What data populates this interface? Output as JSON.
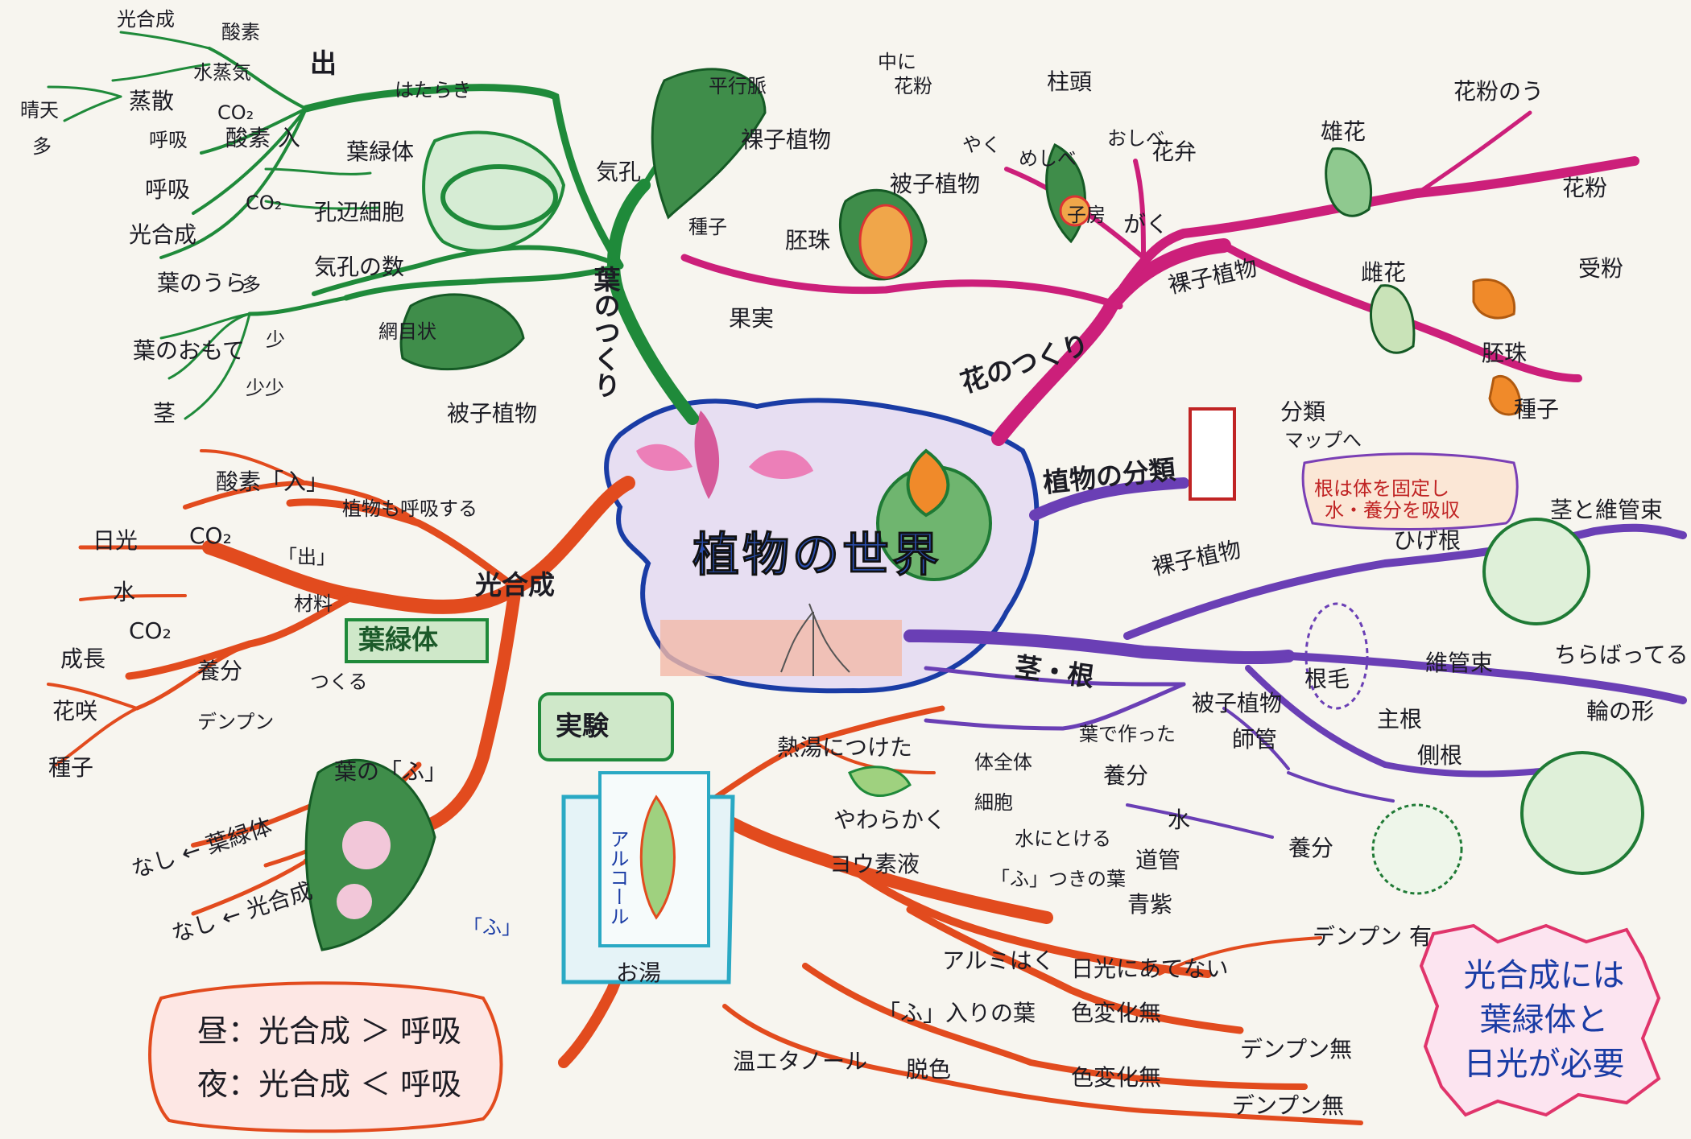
{
  "center": {
    "title": "植物の世界"
  },
  "leaf": {
    "title": "葉のつくり",
    "labels": [
      "光合成",
      "酸素",
      "出",
      "水蒸気",
      "はたらき",
      "晴天",
      "蒸散",
      "CO₂",
      "多",
      "呼吸",
      "酸素 入",
      "葉緑体",
      "呼吸",
      "CO₂",
      "孔辺細胞",
      "光合成",
      "葉のうら",
      "多",
      "気孔の数",
      "葉のおもて",
      "少",
      "少少",
      "茎",
      "網目状",
      "被子植物",
      "気孔",
      "平行脈",
      "裸子植物"
    ]
  },
  "flower": {
    "title": "花のつくり",
    "labels": [
      "中に",
      "花粉",
      "柱頭",
      "やく",
      "めしべ",
      "おしべ",
      "花弁",
      "被子植物",
      "がく",
      "子房",
      "胚珠",
      "種子",
      "果実",
      "裸子植物",
      "雄花",
      "花粉のう",
      "花粉",
      "受粉",
      "雌花",
      "胚珠",
      "種子"
    ]
  },
  "classification": {
    "title": "植物の分類",
    "labels": [
      "分類",
      "マップへ"
    ]
  },
  "stem_root": {
    "title": "茎・根",
    "labels": [
      "根は体を固定し",
      "水・養分を吸収",
      "茎と維管束",
      "ひげ根",
      "裸子植物",
      "ちらばってる",
      "維管束",
      "根毛",
      "輪の形",
      "被子植物",
      "主根",
      "側根",
      "師管",
      "葉で作った",
      "体全体",
      "養分",
      "細胞",
      "水",
      "水にとける",
      "道管",
      "養分"
    ]
  },
  "photosynthesis": {
    "title": "光合成",
    "labels": [
      "酸素「入」",
      "植物も呼吸する",
      "日光",
      "CO₂",
      "「出」",
      "水",
      "材料",
      "CO₂",
      "葉緑体",
      "成長",
      "養分",
      "つくる",
      "花咲",
      "デンプン",
      "種子",
      "葉の「ふ」",
      "なし ← 葉緑体",
      "なし ← 光合成",
      "「ふ」",
      "実験"
    ]
  },
  "experiment": {
    "labels": [
      "熱湯につけた",
      "やわらかく",
      "アルコール",
      "お湯",
      "ヨウ素液",
      "「ふ」つきの葉",
      "青紫",
      "デンプン 有",
      "アルミはく",
      "日光にあてない",
      "色変化無",
      "デンプン無",
      "「ふ」入りの葉",
      "色変化無",
      "デンプン無",
      "温エタノール",
      "脱色"
    ]
  },
  "notes": {
    "day": "昼：光合成 ＞ 呼吸",
    "night": "夜：光合成 ＜ 呼吸",
    "conclusion": [
      "光合成には",
      "葉緑体と",
      "日光が必要"
    ]
  },
  "colors": {
    "leaf_branch": "#1f8a3a",
    "flower_branch": "#cc1f7a",
    "stem_root_branch": "#6a3fb5",
    "photosynthesis_branch": "#e24b1e",
    "center_outline": "#1a3ca5"
  }
}
